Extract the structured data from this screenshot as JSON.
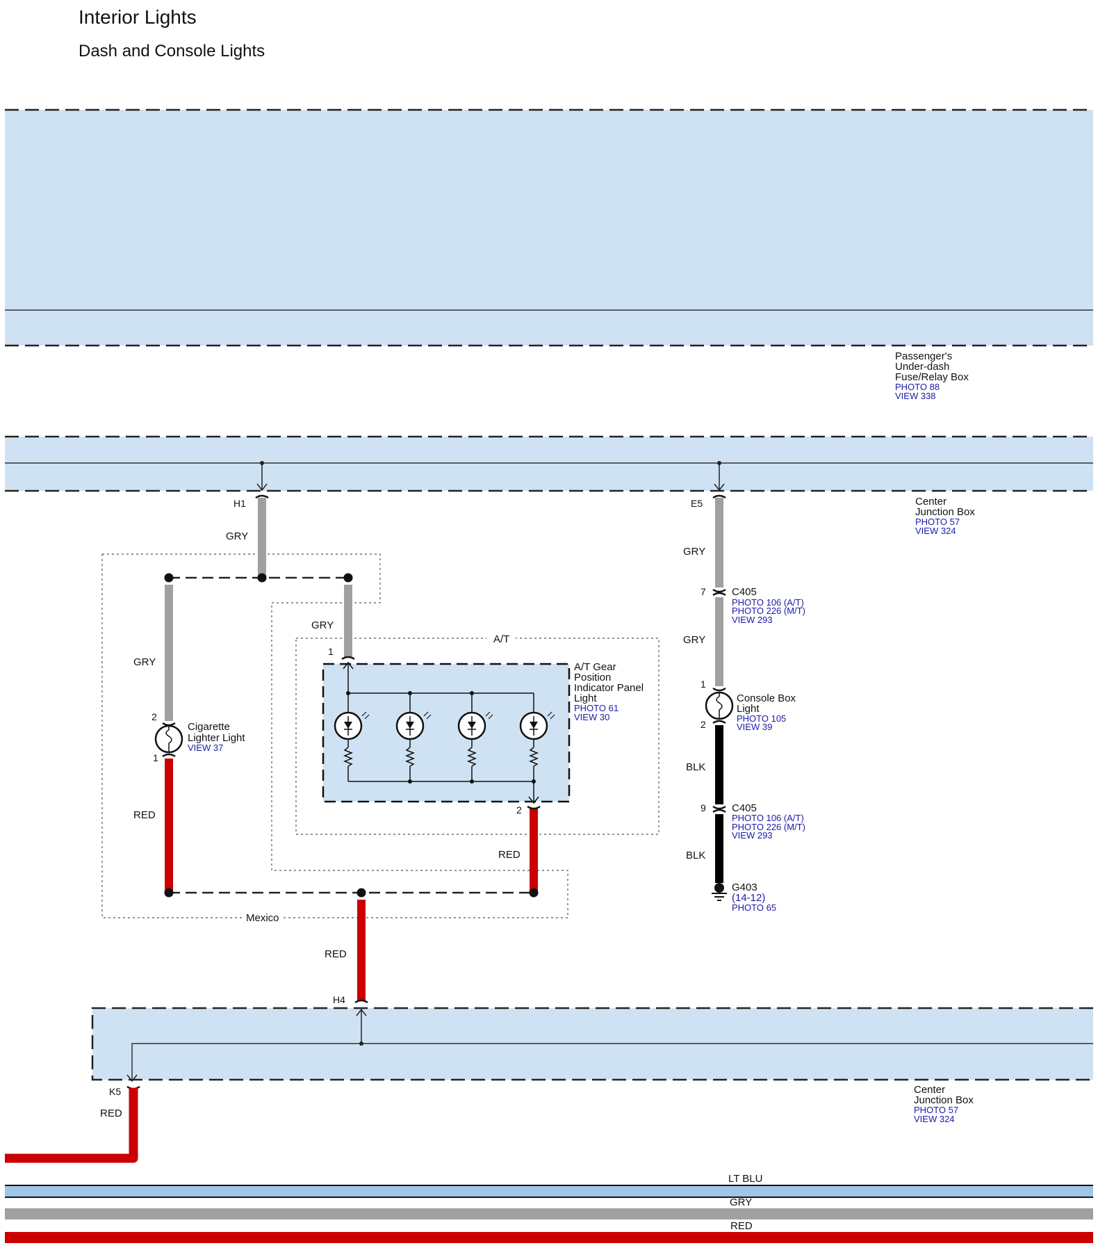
{
  "title": "Interior Lights",
  "subtitle": "Dash and Console Lights",
  "colors": {
    "box_fill": "#cfe2f3",
    "wire_gray": "#a0a0a0",
    "wire_red": "#cc0000",
    "wire_black": "#000000",
    "wire_ltblu": "#9fc5e8",
    "ref_text": "#1a1aa8"
  },
  "components": {
    "fuse_box": {
      "name": [
        "Passenger's",
        "Under-dash",
        "Fuse/Relay Box"
      ],
      "refs": [
        "PHOTO 88",
        "VIEW 338"
      ]
    },
    "junction_top": {
      "name": [
        "Center",
        "Junction Box"
      ],
      "refs": [
        "PHOTO 57",
        "VIEW 324"
      ]
    },
    "junction_bottom": {
      "name": [
        "Center",
        "Junction Box"
      ],
      "refs": [
        "PHOTO 57",
        "VIEW 324"
      ]
    },
    "cig_light": {
      "name": [
        "Cigarette",
        "Lighter Light"
      ],
      "refs": [
        "VIEW 37"
      ]
    },
    "gear_panel": {
      "name": [
        "A/T Gear",
        "Position",
        "Indicator Panel",
        "Light"
      ],
      "refs": [
        "PHOTO 61",
        "VIEW 30"
      ]
    },
    "console_light": {
      "name": [
        "Console Box",
        "Light"
      ],
      "refs": [
        "PHOTO 105",
        "VIEW 39"
      ]
    },
    "c405_top": {
      "name": "C405",
      "refs": [
        "PHOTO 106 (A/T)",
        "PHOTO 226 (M/T)",
        "VIEW 293"
      ]
    },
    "c405_bot": {
      "name": "C405",
      "refs": [
        "PHOTO 106 (A/T)",
        "PHOTO 226 (M/T)",
        "VIEW 293"
      ]
    },
    "g403": {
      "name": "G403",
      "sub": "(14-12)",
      "refs": [
        "PHOTO 65"
      ]
    }
  },
  "region_labels": {
    "at": "A/T",
    "mexico": "Mexico"
  },
  "pins": {
    "h1": "H1",
    "e5": "E5",
    "h4": "H4",
    "k5": "K5",
    "cig_2": "2",
    "cig_1": "1",
    "gear_1": "1",
    "gear_2": "2",
    "c405_7": "7",
    "console_1": "1",
    "console_2": "2",
    "c405_9": "9"
  },
  "wire_labels": {
    "h1": "GRY",
    "e5": "GRY",
    "cig_top": "GRY",
    "gear_top": "GRY",
    "c405_console": "GRY",
    "cig_bottom": "RED",
    "gear_bottom": "RED",
    "h4": "RED",
    "k5": "RED",
    "console_blk": "BLK",
    "ground_blk": "BLK"
  },
  "legend": [
    "LT BLU",
    "GRY",
    "RED"
  ]
}
